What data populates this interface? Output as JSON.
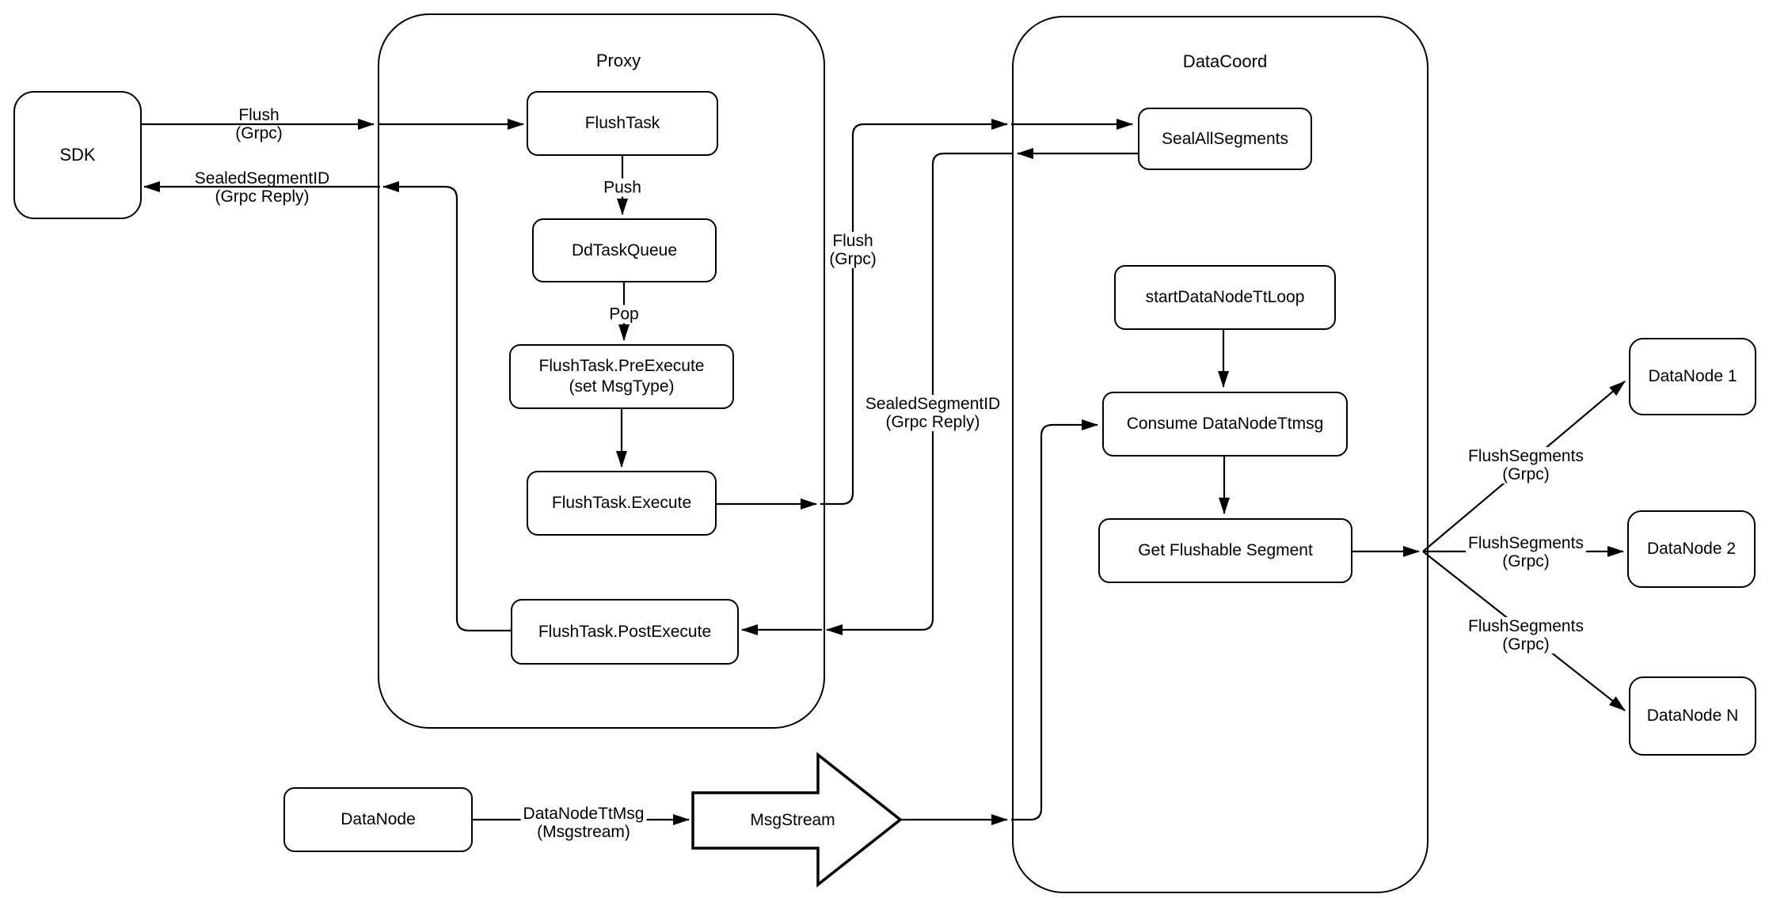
{
  "diagram": {
    "containers": {
      "proxy": {
        "title": "Proxy"
      },
      "datacoord": {
        "title": "DataCoord"
      }
    },
    "nodes": {
      "sdk": {
        "label": "SDK"
      },
      "flush_task": {
        "label": "FlushTask"
      },
      "dd_task_queue": {
        "label": "DdTaskQueue"
      },
      "pre_execute": {
        "label": "FlushTask.PreExecute",
        "sublabel": "(set MsgType)"
      },
      "execute": {
        "label": "FlushTask.Execute"
      },
      "post_execute": {
        "label": "FlushTask.PostExecute"
      },
      "seal_all_segments": {
        "label": "SealAllSegments"
      },
      "start_datanode_tt_loop": {
        "label": "startDataNodeTtLoop"
      },
      "consume_datanode_ttmsg": {
        "label": "Consume DataNodeTtmsg"
      },
      "get_flushable_segment": {
        "label": "Get Flushable Segment"
      },
      "datanode_1": {
        "label": "DataNode 1"
      },
      "datanode_2": {
        "label": "DataNode 2"
      },
      "datanode_n": {
        "label": "DataNode N"
      },
      "datanode": {
        "label": "DataNode"
      },
      "msgstream": {
        "label": "MsgStream"
      }
    },
    "edge_labels": {
      "flush_sdk": {
        "line1": "Flush",
        "line2": "(Grpc)"
      },
      "sealed_segment_sdk": {
        "line1": "SealedSegmentID",
        "line2": "(Grpc Reply)"
      },
      "push": {
        "line1": "Push"
      },
      "pop": {
        "line1": "Pop"
      },
      "flush_grpc_mid": {
        "line1": "Flush",
        "line2": "(Grpc)"
      },
      "sealed_segment_mid": {
        "line1": "SealedSegmentID",
        "line2": "(Grpc Reply)"
      },
      "flush_segments_1": {
        "line1": "FlushSegments",
        "line2": "(Grpc)"
      },
      "flush_segments_2": {
        "line1": "FlushSegments",
        "line2": "(Grpc)"
      },
      "flush_segments_3": {
        "line1": "FlushSegments",
        "line2": "(Grpc)"
      },
      "datanode_ttmsg": {
        "line1": "DataNodeTtMsg",
        "line2": "(Msgstream)"
      }
    },
    "colors": {
      "stroke": "#000000",
      "background": "#ffffff"
    }
  }
}
